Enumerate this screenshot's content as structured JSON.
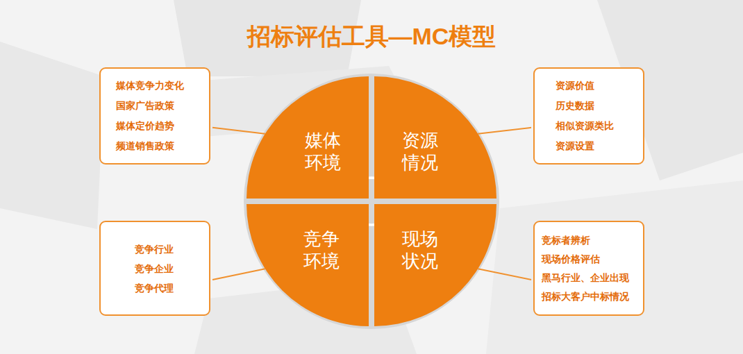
{
  "diagram": {
    "title": "招标评估工具—MC模型",
    "nodes": [
      {
        "text": [
          "媒体竞争力变化",
          "国家广告政策",
          "媒体定价趋势",
          "频道销售政策"
        ]
      },
      {
        "text": [
          "媒体 环境"
        ]
      },
      {
        "text": [
          "资源 情况"
        ]
      },
      {
        "text": [
          "资源价值",
          "历史数据",
          "相似资源类比",
          "资源设置"
        ]
      },
      {
        "text": [
          "竞争行业",
          "竞争企业",
          "竞争代理"
        ]
      },
      {
        "text": [
          "竞争 环境"
        ]
      },
      {
        "text": [
          "现场 状况"
        ]
      },
      {
        "text": [
          "竞标者辨析",
          "现场价格评估",
          "黑马行业、企业出现",
          "招标大客户中标情况"
        ]
      }
    ],
    "edges": [
      {
        "from": 0,
        "to": 1,
        "arrow": "none"
      },
      {
        "from": 3,
        "to": 2,
        "arrow": "none"
      },
      {
        "from": 4,
        "to": 5,
        "arrow": "none"
      },
      {
        "from": 7,
        "to": 6,
        "arrow": "none"
      },
      {
        "from": 1,
        "to": 2,
        "arrow": "to"
      },
      {
        "from": 6,
        "to": 5,
        "arrow": "to"
      }
    ]
  }
}
